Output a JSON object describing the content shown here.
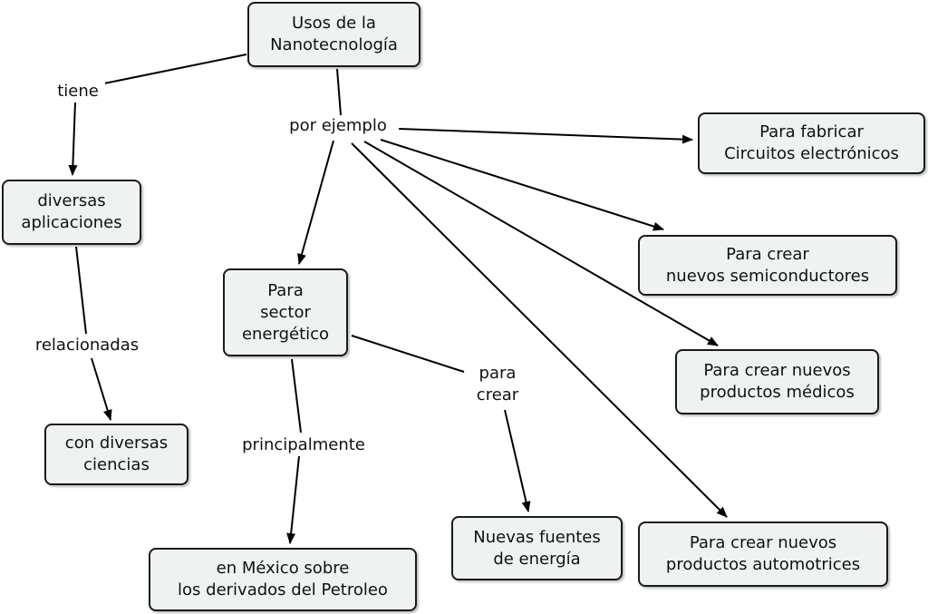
{
  "colors": {
    "node_fill": "#eef3f2",
    "node_border": "#1a1a1a",
    "edge": "#000000"
  },
  "nodes": {
    "root": [
      "Usos de la",
      "Nanotecnología"
    ],
    "diversas": [
      "diversas",
      "aplicaciones"
    ],
    "ciencias": [
      "con diversas",
      "ciencias"
    ],
    "sector": [
      "Para",
      "sector",
      "energético"
    ],
    "mexico": [
      "en México sobre",
      "los derivados del Petroleo"
    ],
    "fuentes": [
      "Nuevas fuentes",
      "de energía"
    ],
    "circuitos": [
      "Para fabricar",
      "Circuitos electrónicos"
    ],
    "semicon": [
      "Para crear",
      "nuevos semiconductores"
    ],
    "medicos": [
      "Para crear nuevos",
      "productos médicos"
    ],
    "automotrices": [
      "Para crear nuevos",
      "productos automotrices"
    ]
  },
  "links": {
    "tiene": [
      "tiene"
    ],
    "por_ejemplo": [
      "por ejemplo"
    ],
    "relacionadas": [
      "relacionadas"
    ],
    "principalmente": [
      "principalmente"
    ],
    "para_crear": [
      "para",
      "crear"
    ]
  }
}
